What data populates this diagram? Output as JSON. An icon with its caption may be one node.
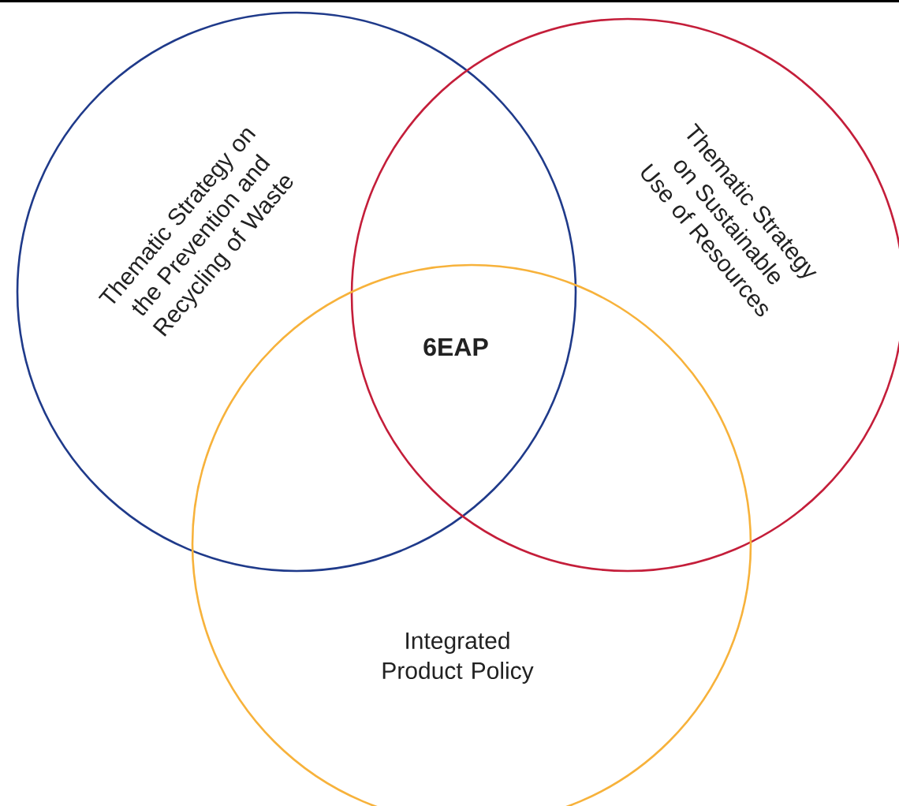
{
  "diagram": {
    "nodes": [
      {
        "text": [
          "Thematic Strategy on the Prevention and Recycling of Waste"
        ]
      },
      {
        "text": [
          "Thematic Strategy on Sustainable Use of Resources"
        ]
      },
      {
        "text": [
          "Integrated Product Policy"
        ]
      }
    ],
    "labels": [
      "6EAP"
    ]
  }
}
